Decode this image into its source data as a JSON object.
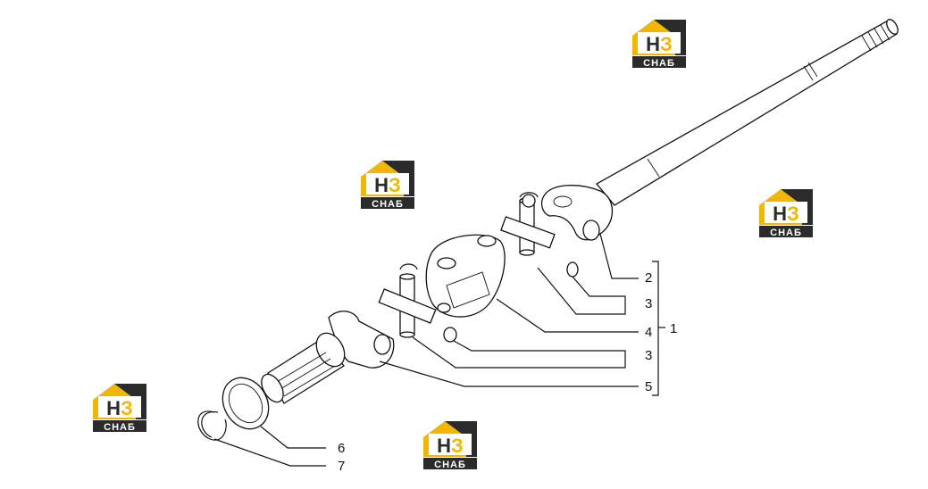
{
  "watermark": {
    "brand_top": "НЗ",
    "brand_bottom": "СНАБ",
    "colors": {
      "yellow": "#F2B705",
      "dark": "#2B2B2B"
    }
  },
  "callouts": [
    {
      "id": "2",
      "label": "2"
    },
    {
      "id": "3a",
      "label": "3"
    },
    {
      "id": "4",
      "label": "4"
    },
    {
      "id": "1",
      "label": "1"
    },
    {
      "id": "3b",
      "label": "3"
    },
    {
      "id": "5",
      "label": "5"
    },
    {
      "id": "6",
      "label": "6"
    },
    {
      "id": "7",
      "label": "7"
    }
  ]
}
